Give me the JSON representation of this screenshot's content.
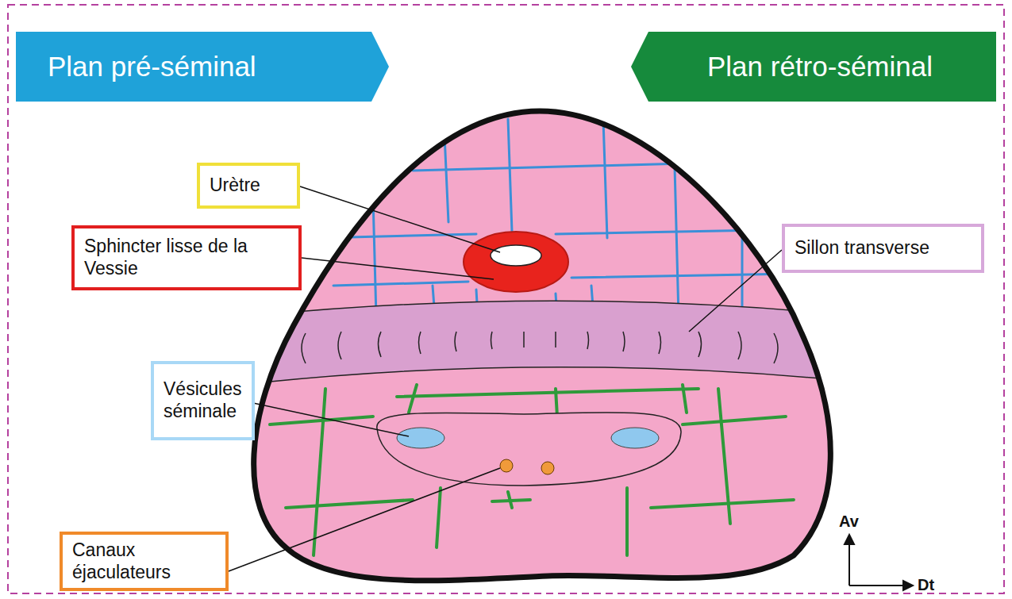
{
  "diagram": {
    "nodes": [
      {
        "text": [
          "Plan pré-séminal"
        ]
      },
      {
        "text": [
          "Plan rétro-séminal"
        ]
      },
      {
        "text": [
          "Urètre"
        ]
      },
      {
        "text": [
          "Sphincter lisse de la Vessie"
        ]
      },
      {
        "text": [
          "Sillon transverse"
        ]
      },
      {
        "text": [
          "Vésicules séminale"
        ]
      },
      {
        "text": [
          "Canaux éjaculateurs"
        ]
      }
    ],
    "labels": [
      "Av",
      "Dt"
    ]
  }
}
